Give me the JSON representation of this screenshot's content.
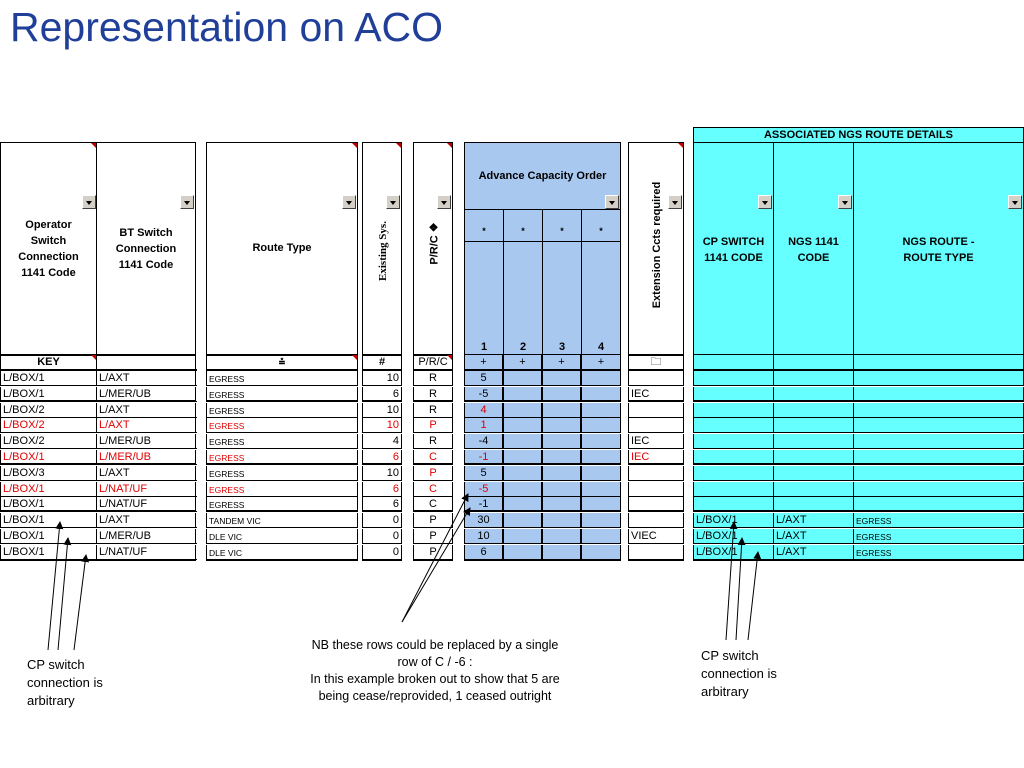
{
  "title": "Representation on ACO",
  "headers": {
    "operator": "Operator Switch Connection 1141 Code",
    "bt": "BT Switch Connection 1141 Code",
    "route_type": "Route Type",
    "existing": "Existing Sys.",
    "prc": "P/R/C ❖",
    "aco": "Advance Capacity Order",
    "aco_stars": [
      "*",
      "*",
      "*",
      "*"
    ],
    "aco_nums": [
      "1",
      "2",
      "3",
      "4"
    ],
    "extension": "Extension Ccts required",
    "assoc": "ASSOCIATED NGS ROUTE DETAILS",
    "cp_switch": "CP SWITCH 1141 CODE",
    "ngs_code": "NGS 1141 CODE",
    "ngs_route": "NGS ROUTE - ROUTE TYPE"
  },
  "key_row": {
    "key": "KEY",
    "route": "⩮",
    "existing": "#",
    "prc": "P/R/C",
    "aco": [
      "+",
      "+",
      "+",
      "+"
    ],
    "ext": "🗀"
  },
  "rows": [
    {
      "op": "L/BOX/1",
      "bt": "L/AXT",
      "route": "EGRESS",
      "ex": "10",
      "prc": "R",
      "a1": "5",
      "ext": "",
      "cp": "",
      "ngs": "",
      "nr": "",
      "red": false,
      "a1red": false,
      "extred": false,
      "cyan": true
    },
    {
      "op": "L/BOX/1",
      "bt": "L/MER/UB",
      "route": "EGRESS",
      "ex": "6",
      "prc": "R",
      "a1": "-5",
      "ext": "IEC",
      "cp": "",
      "ngs": "",
      "nr": "",
      "red": false,
      "a1red": false,
      "extred": false,
      "cyan": true
    },
    {
      "op": "L/BOX/2",
      "bt": "L/AXT",
      "route": "EGRESS",
      "ex": "10",
      "prc": "R",
      "a1": "4",
      "ext": "",
      "cp": "",
      "ngs": "",
      "nr": "",
      "red": false,
      "a1red": true,
      "extred": false,
      "cyan": true
    },
    {
      "op": "L/BOX/2",
      "bt": "L/AXT",
      "route": "EGRESS",
      "ex": "10",
      "prc": "P",
      "a1": "1",
      "ext": "",
      "cp": "",
      "ngs": "",
      "nr": "",
      "red": true,
      "a1red": true,
      "extred": false,
      "cyan": true
    },
    {
      "op": "L/BOX/2",
      "bt": "L/MER/UB",
      "route": "EGRESS",
      "ex": "4",
      "prc": "R",
      "a1": "-4",
      "ext": "IEC",
      "cp": "",
      "ngs": "",
      "nr": "",
      "red": false,
      "a1red": false,
      "extred": false,
      "cyan": true
    },
    {
      "op": "L/BOX/1",
      "bt": "L/MER/UB",
      "route": "EGRESS",
      "ex": "6",
      "prc": "C",
      "a1": "-1",
      "ext": "IEC",
      "cp": "",
      "ngs": "",
      "nr": "",
      "red": true,
      "a1red": true,
      "extred": true,
      "cyan": true
    },
    {
      "op": "L/BOX/3",
      "bt": "L/AXT",
      "route": "EGRESS",
      "ex": "10",
      "prc": "P",
      "a1": "5",
      "ext": "",
      "cp": "",
      "ngs": "",
      "nr": "",
      "red": false,
      "a1red": false,
      "extred": false,
      "prcred": true,
      "cyan": true
    },
    {
      "op": "L/BOX/1",
      "bt": "L/NAT/UF",
      "route": "EGRESS",
      "ex": "6",
      "prc": "C",
      "a1": "-5",
      "ext": "",
      "cp": "",
      "ngs": "",
      "nr": "",
      "red": true,
      "a1red": true,
      "extred": false,
      "cyan": true
    },
    {
      "op": "L/BOX/1",
      "bt": "L/NAT/UF",
      "route": "EGRESS",
      "ex": "6",
      "prc": "C",
      "a1": "-1",
      "ext": "",
      "cp": "",
      "ngs": "",
      "nr": "",
      "red": false,
      "a1red": false,
      "extred": false,
      "cyan": true
    },
    {
      "op": "L/BOX/1",
      "bt": "L/AXT",
      "route": "TANDEM VIC",
      "ex": "0",
      "prc": "P",
      "a1": "30",
      "ext": "",
      "cp": "L/BOX/1",
      "ngs": "L/AXT",
      "nr": "EGRESS",
      "red": false,
      "a1red": false,
      "extred": false,
      "cyan": true
    },
    {
      "op": "L/BOX/1",
      "bt": "L/MER/UB",
      "route": "DLE VIC",
      "ex": "0",
      "prc": "P",
      "a1": "10",
      "ext": "VIEC",
      "cp": "L/BOX/1",
      "ngs": "L/AXT",
      "nr": "EGRESS",
      "red": false,
      "a1red": false,
      "extred": false,
      "cyan": true
    },
    {
      "op": "L/BOX/1",
      "bt": "L/NAT/UF",
      "route": "DLE VIC",
      "ex": "0",
      "prc": "P",
      "a1": "6",
      "ext": "",
      "cp": "L/BOX/1",
      "ngs": "L/AXT",
      "nr": "EGRESS",
      "red": false,
      "a1red": false,
      "extred": false,
      "cyan": true
    }
  ],
  "notes": {
    "left": "CP switch connection is arbitrary",
    "middle": "NB these rows could be replaced by a single row of C / -6 :\nIn this example broken out to show that 5 are being cease/reprovided, 1 ceased outright",
    "right": "CP switch connection is arbitrary"
  },
  "colors": {
    "title": "#1f3f99",
    "aco_blue": "#a9c8f0",
    "ngs_cyan": "#66ffff",
    "red": "#e00000"
  }
}
